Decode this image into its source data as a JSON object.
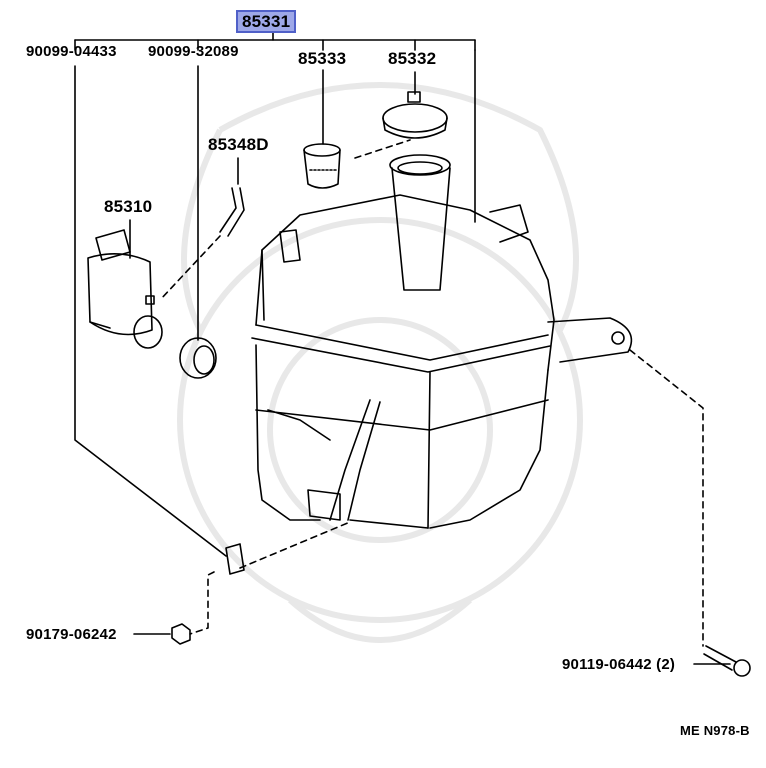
{
  "assembly_label": "85331",
  "parts": {
    "bolt_left": "90099-04433",
    "grommet": "90099-32089",
    "strainer": "85333",
    "cap": "85332",
    "hose": "85348D",
    "pump": "85310",
    "nut": "90179-06242",
    "bolt_right": "90119-06442 (2)"
  },
  "diagram_code": "ME N978-B",
  "colors": {
    "line": "#000000",
    "highlight": "#9ea8e8",
    "watermark": "#e6e6e6"
  }
}
